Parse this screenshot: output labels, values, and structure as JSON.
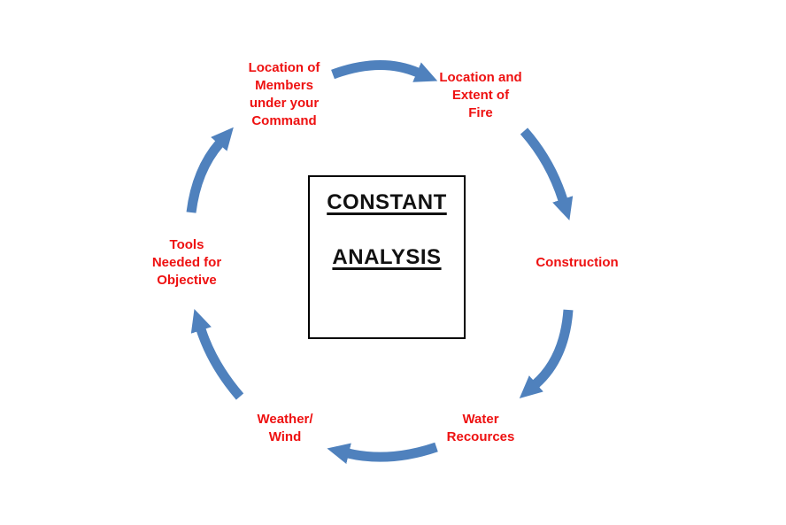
{
  "diagram": {
    "type": "cycle",
    "direction": "clockwise",
    "center_box": {
      "lines": [
        "CONSTANT",
        "ANALYSIS"
      ]
    },
    "nodes": [
      {
        "id": "location-of-members",
        "label": "Location of\nMembers\nunder your\nCommand"
      },
      {
        "id": "location-extent-of-fire",
        "label": "Location and\nExtent of\nFire"
      },
      {
        "id": "construction",
        "label": "Construction"
      },
      {
        "id": "water-recources",
        "label": "Water\nRecources"
      },
      {
        "id": "weather-wind",
        "label": "Weather/\nWind"
      },
      {
        "id": "tools-needed-for-objective",
        "label": "Tools\nNeeded for\nObjective"
      }
    ],
    "arrows": [
      {
        "from": "location-of-members",
        "to": "location-extent-of-fire"
      },
      {
        "from": "location-extent-of-fire",
        "to": "construction"
      },
      {
        "from": "construction",
        "to": "water-recources"
      },
      {
        "from": "water-recources",
        "to": "weather-wind"
      },
      {
        "from": "weather-wind",
        "to": "tools-needed-for-objective"
      },
      {
        "from": "tools-needed-for-objective",
        "to": "location-of-members"
      }
    ]
  },
  "colors": {
    "label_red": "#ee1111",
    "arrow_blue": "#4f81bd",
    "box_border": "#000000",
    "center_text": "#111111",
    "background": "#ffffff"
  }
}
